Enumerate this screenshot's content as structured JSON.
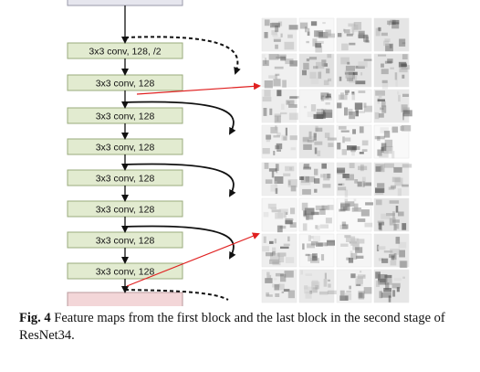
{
  "figure": {
    "layers": [
      "3x3 conv, 128, /2",
      "3x3 conv, 128",
      "3x3 conv, 128",
      "3x3 conv, 128",
      "3x3 conv, 128",
      "3x3 conv, 128",
      "3x3 conv, 128",
      "3x3 conv, 128"
    ],
    "colors": {
      "layer_fill": "#e2ebd0",
      "layer_border": "#9aab7c",
      "arrow": "#111111",
      "pointer": "#e02020",
      "top_partial_fill": "#e6e6ee",
      "bottom_partial_fill": "#f3d6d8"
    },
    "feature_maps": {
      "first_block": {
        "rows": 4,
        "cols": 4
      },
      "last_block": {
        "rows": 4,
        "cols": 4
      }
    }
  },
  "caption": {
    "label": "Fig. 4",
    "text": "Feature maps from the first block and the last block in the second stage of ResNet34."
  }
}
